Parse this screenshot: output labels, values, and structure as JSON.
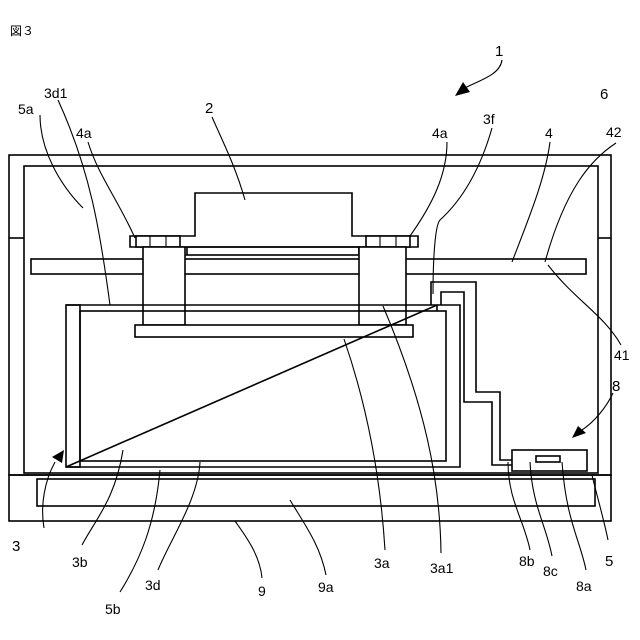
{
  "figure": {
    "caption": "図３",
    "labels": {
      "l1": "1",
      "l2": "2",
      "l3": "3",
      "l3a": "3a",
      "l3a1": "3a1",
      "l3b": "3b",
      "l3d": "3d",
      "l3d1": "3d1",
      "l3f": "3f",
      "l4": "4",
      "l4a_left": "4a",
      "l4a_right": "4a",
      "l5": "5",
      "l5a": "5a",
      "l5b": "5b",
      "l6": "6",
      "l8": "8",
      "l8a": "8a",
      "l8b": "8b",
      "l8c": "8c",
      "l9": "9",
      "l9a": "9a",
      "l41": "41",
      "l42": "42"
    }
  }
}
